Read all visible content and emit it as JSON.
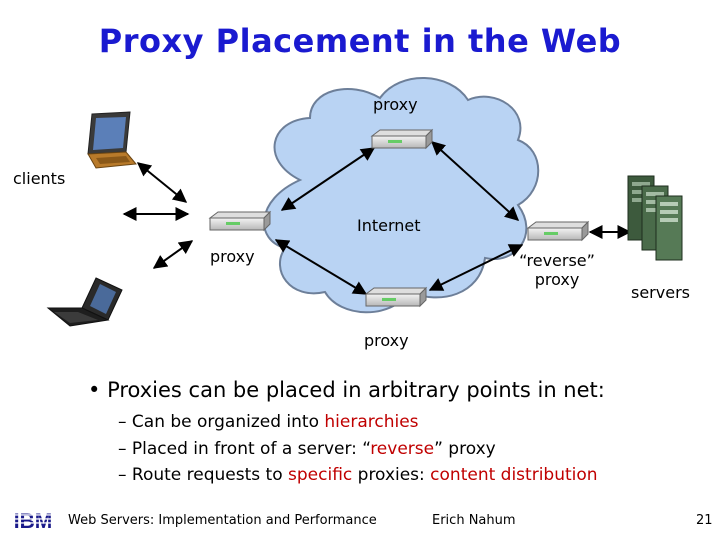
{
  "title": "Proxy Placement in the Web",
  "diagram": {
    "labels": {
      "proxy_top": "proxy",
      "clients": "clients",
      "internet": "Internet",
      "proxy_left": "proxy",
      "reverse_proxy_line1": "“reverse”",
      "reverse_proxy_line2": "proxy",
      "servers": "servers",
      "proxy_bottom": "proxy"
    },
    "icons": [
      "laptop-icon",
      "laptop-icon",
      "router-icon",
      "router-icon",
      "router-icon",
      "router-icon",
      "server-rack-icon",
      "cloud-icon"
    ]
  },
  "bullets": {
    "main": "Proxies can be placed in arbitrary points in net:",
    "items": [
      {
        "pre": "Can be organized into ",
        "hl": "hierarchies",
        "post": ""
      },
      {
        "pre": "Placed in front of a server: “",
        "hl": "reverse",
        "post": "” proxy"
      },
      {
        "pre": "Route requests to ",
        "hl": "specific",
        "mid": " proxies: ",
        "hl2": "content distribution"
      }
    ]
  },
  "footer": {
    "logo": "IBM",
    "course": "Web Servers: Implementation and Performance",
    "author": "Erich Nahum",
    "page": "21"
  },
  "colors": {
    "title": "#1a1ad0",
    "cloud": "#b9d3f3",
    "highlight": "#c00000"
  }
}
